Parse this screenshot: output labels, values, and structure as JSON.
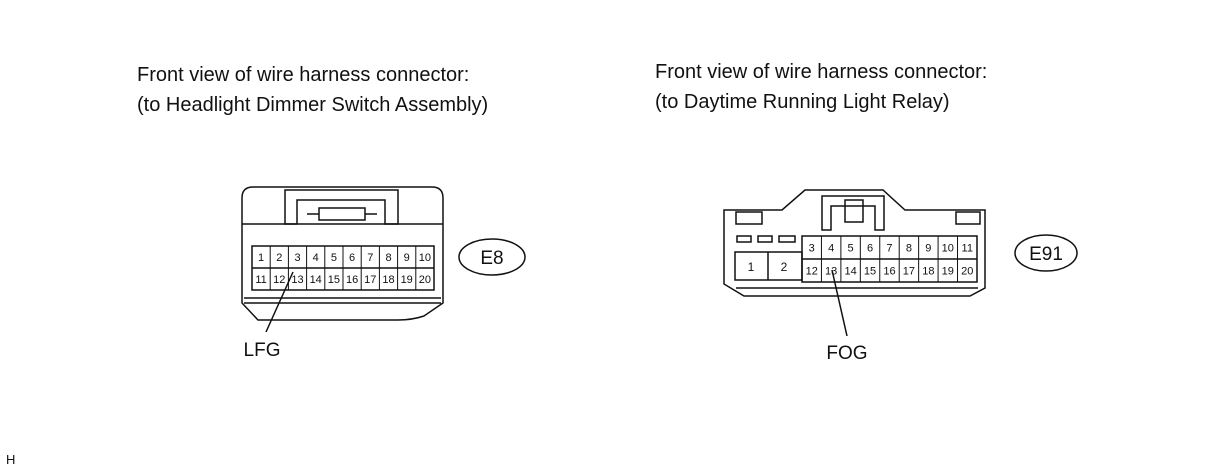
{
  "left": {
    "title1": "Front view of wire harness connector:",
    "title2": "(to Headlight Dimmer Switch Assembly)",
    "code": "E8",
    "pin_label": "LFG",
    "pins_top": [
      "1",
      "2",
      "3",
      "4",
      "5",
      "6",
      "7",
      "8",
      "9",
      "10"
    ],
    "pins_bottom": [
      "11",
      "12",
      "13",
      "14",
      "15",
      "16",
      "17",
      "18",
      "19",
      "20"
    ]
  },
  "right": {
    "title1": "Front view of wire harness connector:",
    "title2": "(to Daytime Running Light Relay)",
    "code": "E91",
    "pin_label": "FOG",
    "pins_big": [
      "1",
      "2"
    ],
    "pins_top": [
      "3",
      "4",
      "5",
      "6",
      "7",
      "8",
      "9",
      "10",
      "11"
    ],
    "pins_bottom": [
      "12",
      "13",
      "14",
      "15",
      "16",
      "17",
      "18",
      "19",
      "20"
    ]
  },
  "corner_mark": "H"
}
